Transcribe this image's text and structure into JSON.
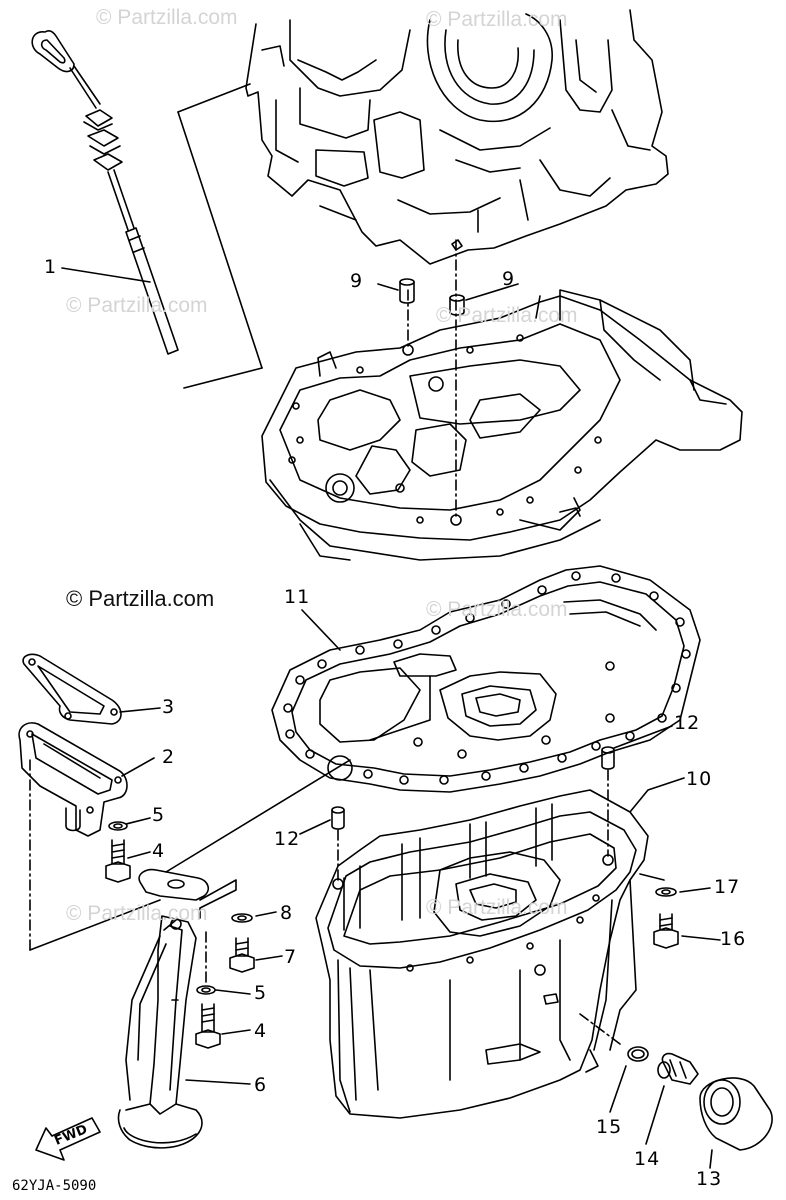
{
  "watermarks": {
    "w1": "© Partzilla.com",
    "w2": "© Partzilla.com",
    "w3": "© Partzilla.com",
    "w4": "© Partzilla.com",
    "w5": "© Partzilla.com",
    "w6": "© Partzilla.com",
    "w7": "© Partzilla.com",
    "w8": "© Partzilla.com"
  },
  "callouts": {
    "c1": "1",
    "c9a": "9",
    "c9b": "9",
    "c11": "11",
    "c3": "3",
    "c2": "2",
    "c5a": "5",
    "c4a": "4",
    "c12a": "12",
    "c12b": "12",
    "c10": "10",
    "c8": "8",
    "c7": "7",
    "c5b": "5",
    "c4b": "4",
    "c17": "17",
    "c16": "16",
    "c6": "6",
    "c15": "15",
    "c14": "14",
    "c13": "13"
  },
  "fwd_label": "FWD",
  "diagram_code": "62YJA-5090",
  "colors": {
    "ink": "#000000",
    "watermark": "#d4d4d4"
  }
}
